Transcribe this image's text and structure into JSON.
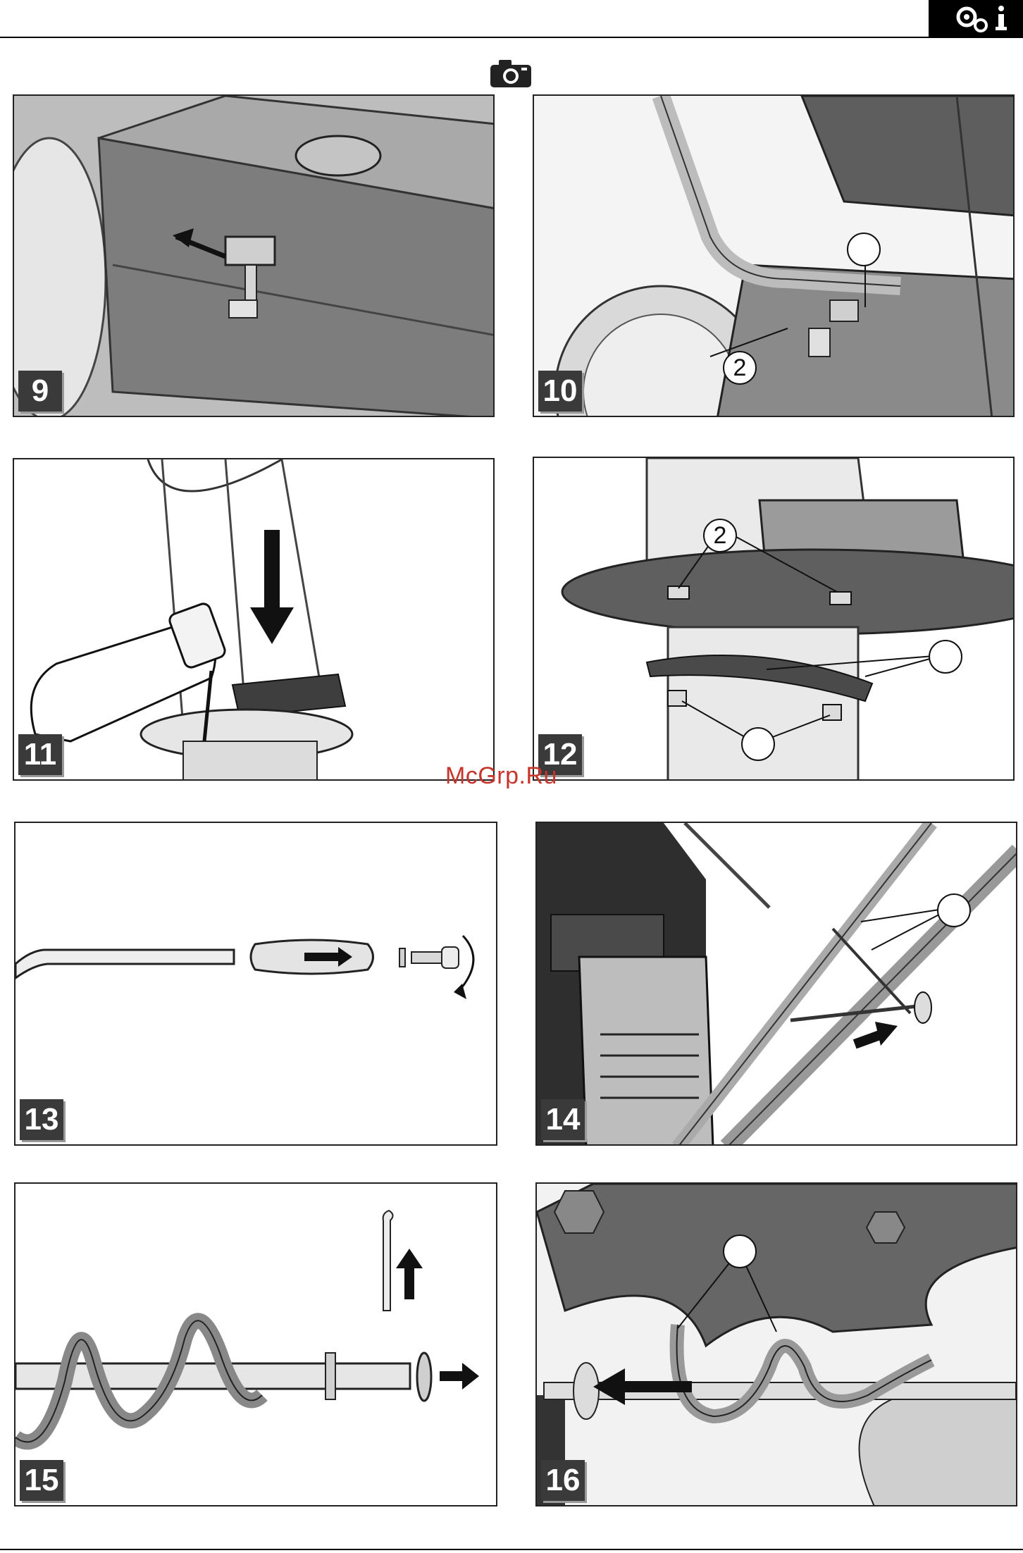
{
  "header": {
    "icon": "gears-info-icon",
    "camera_icon": "camera-icon"
  },
  "watermark": "McGrp.Ru",
  "figures": [
    {
      "number": "9"
    },
    {
      "number": "10",
      "callouts": [
        "",
        "2"
      ]
    },
    {
      "number": "11"
    },
    {
      "number": "12",
      "callouts": [
        "2",
        "",
        ""
      ]
    },
    {
      "number": "13"
    },
    {
      "number": "14",
      "callouts": [
        ""
      ]
    },
    {
      "number": "15"
    },
    {
      "number": "16",
      "callouts": [
        ""
      ]
    }
  ],
  "colors": {
    "dark": "#3a3a3a",
    "metal": "#8c8c8c",
    "ink": "#111111",
    "watermark": "#c8342c"
  }
}
